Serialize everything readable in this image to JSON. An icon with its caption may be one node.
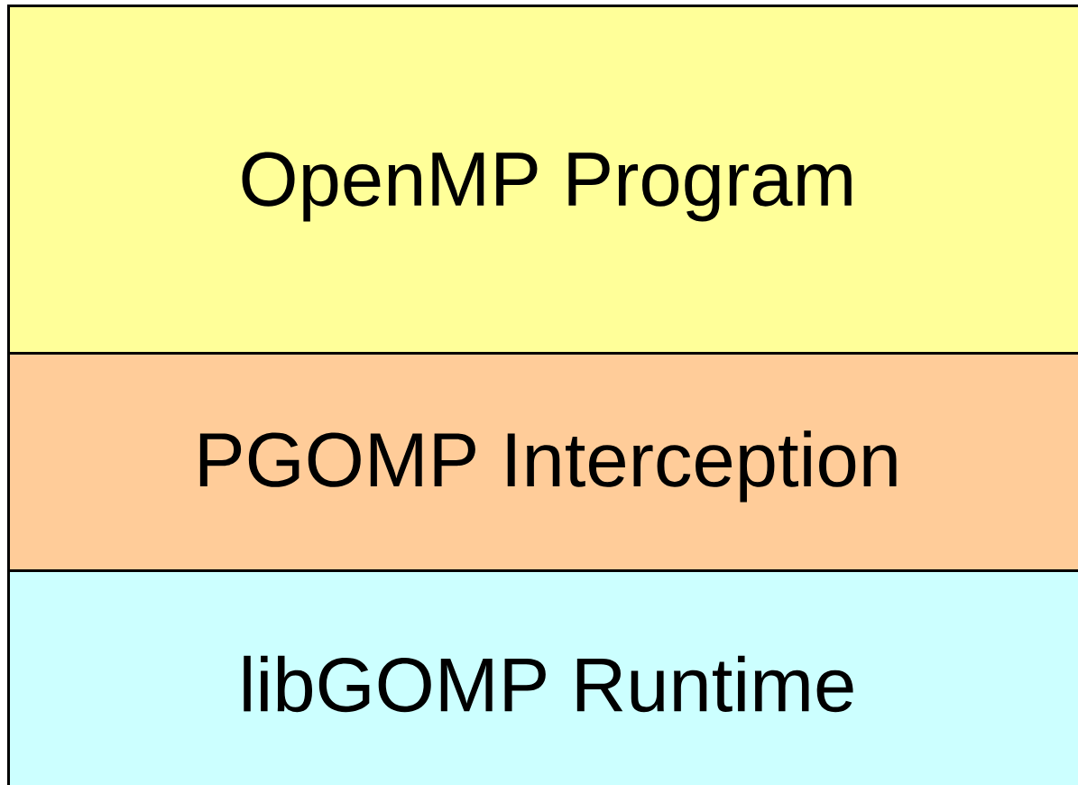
{
  "diagram": {
    "nodes": [
      {
        "text": [
          "OpenMP Program"
        ]
      },
      {
        "text": [
          "PGOMP Interception"
        ]
      },
      {
        "text": [
          "libGOMP Runtime"
        ]
      }
    ]
  }
}
